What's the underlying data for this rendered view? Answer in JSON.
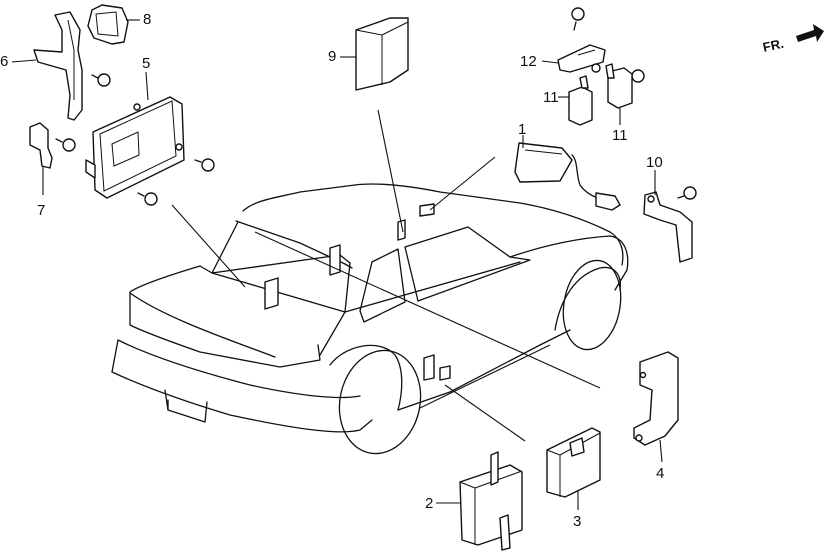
{
  "diagram": {
    "type": "exploded-parts-diagram",
    "subject": "Sedan body control units / relays / brackets",
    "direction_indicator": {
      "label": "FR.",
      "icon": "arrow-right-icon"
    },
    "callouts": [
      {
        "id": "1",
        "label": "1",
        "part": "control unit with harness (roof)"
      },
      {
        "id": "2",
        "label": "2",
        "part": "control unit with mounting tabs"
      },
      {
        "id": "3",
        "label": "3",
        "part": "control unit box"
      },
      {
        "id": "4",
        "label": "4",
        "part": "bracket"
      },
      {
        "id": "5",
        "label": "5",
        "part": "main control unit (ECU)"
      },
      {
        "id": "6",
        "label": "6",
        "part": "bracket"
      },
      {
        "id": "7",
        "label": "7",
        "part": "bracket"
      },
      {
        "id": "8",
        "label": "8",
        "part": "relay / unit"
      },
      {
        "id": "9",
        "label": "9",
        "part": "control unit"
      },
      {
        "id": "10",
        "label": "10",
        "part": "bracket"
      },
      {
        "id": "11a",
        "label": "11",
        "part": "relay"
      },
      {
        "id": "11b",
        "label": "11",
        "part": "relay"
      },
      {
        "id": "12",
        "label": "12",
        "part": "relay holder"
      }
    ]
  }
}
